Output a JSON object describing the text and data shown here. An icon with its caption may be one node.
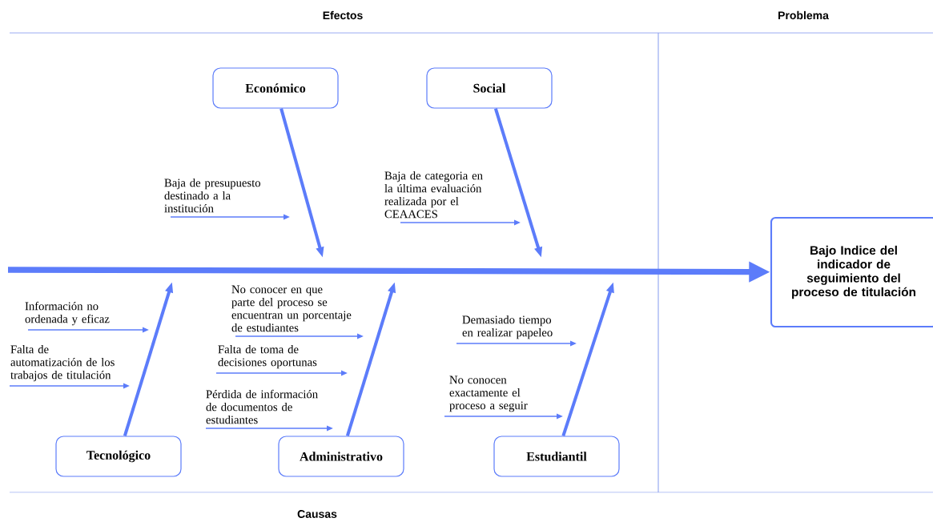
{
  "diagram": {
    "nodes": [
      {
        "text": [
          "Económico"
        ]
      },
      {
        "text": [
          "Social"
        ]
      },
      {
        "text": [
          "Tecnológico"
        ]
      },
      {
        "text": [
          "Administrativo"
        ]
      },
      {
        "text": [
          "Estudiantil"
        ]
      },
      {
        "text": [
          "Bajo Indice del indicador de seguimiento del proceso de titulación"
        ]
      },
      {
        "text": [
          "Baja de presupuesto destinado a la institución"
        ]
      },
      {
        "text": [
          "Baja de categoria en la última evaluación realizada por el CEAACES"
        ]
      },
      {
        "text": [
          "Información no ordenada y eficaz"
        ]
      },
      {
        "text": [
          "Falta de automatización de los trabajos de titulación"
        ]
      },
      {
        "text": [
          "No conocer en que parte del proceso se encuentran un porcentaje de estudiantes"
        ]
      },
      {
        "text": [
          "Falta de toma de decisiones oportunas"
        ]
      },
      {
        "text": [
          "Pérdida de información de documentos de estudiantes"
        ]
      },
      {
        "text": [
          "Demasiado tiempo en realizar papeleo"
        ]
      },
      {
        "text": [
          "No conocen exactamente el proceso a seguir"
        ]
      }
    ],
    "edges": [
      {
        "from": 0,
        "to": null,
        "arrow": "to",
        "style": "thick"
      },
      {
        "from": 1,
        "to": null,
        "arrow": "to",
        "style": "thick"
      },
      {
        "from": 2,
        "to": null,
        "arrow": "to",
        "style": "thick"
      },
      {
        "from": 3,
        "to": null,
        "arrow": "to",
        "style": "thick"
      },
      {
        "from": 4,
        "to": null,
        "arrow": "to",
        "style": "thick"
      },
      {
        "from": null,
        "to": 5,
        "arrow": "to",
        "style": "thick"
      },
      {
        "from": 6,
        "to": null,
        "arrow": "to"
      },
      {
        "from": 7,
        "to": null,
        "arrow": "to"
      },
      {
        "from": 8,
        "to": null,
        "arrow": "to"
      },
      {
        "from": 9,
        "to": null,
        "arrow": "to"
      },
      {
        "from": 10,
        "to": null,
        "arrow": "to"
      },
      {
        "from": 11,
        "to": null,
        "arrow": "to"
      },
      {
        "from": 12,
        "to": null,
        "arrow": "to"
      },
      {
        "from": 13,
        "to": null,
        "arrow": "to"
      },
      {
        "from": 14,
        "to": null,
        "arrow": "to"
      }
    ],
    "labels": [
      "Efectos",
      "Problema",
      "Causas"
    ]
  }
}
